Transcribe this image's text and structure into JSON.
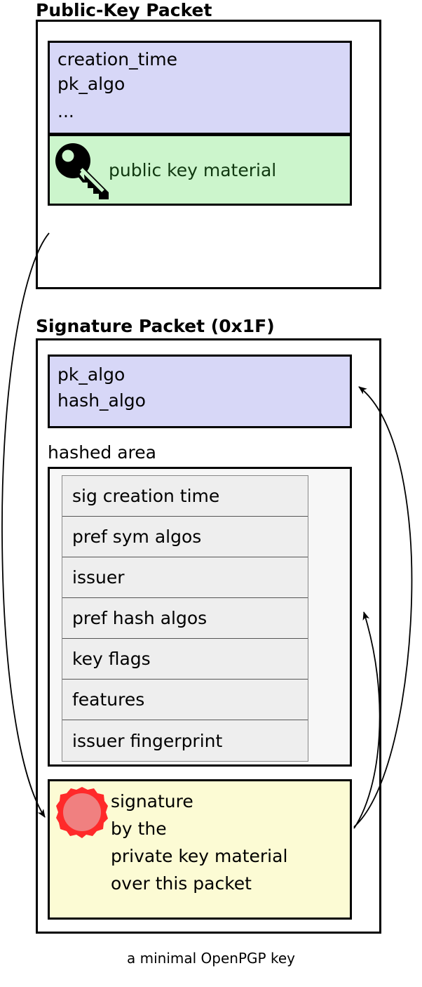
{
  "diagram": {
    "caption": "a minimal OpenPGP key",
    "colors": {
      "lavender_field": "#d7d7f7",
      "green_field": "#ccf5cc",
      "yellow_field": "#fcfbd4",
      "grey_area": "#f7f7f7",
      "subitem_row": "#eeeeee",
      "seal_outer": "#ff2a2a",
      "seal_inner": "#f08080",
      "key_icon": "#000000",
      "outline": "#000000"
    }
  },
  "public_key_packet": {
    "title": "Public-Key Packet",
    "header_field": {
      "lines": [
        "creation_time",
        "pk_algo",
        "..."
      ]
    },
    "key_material_field": {
      "icon": "key-icon",
      "label": "public key material"
    }
  },
  "signature_packet": {
    "title": "Signature Packet (0x1F)",
    "algo_field": {
      "lines": [
        "pk_algo",
        "hash_algo"
      ]
    },
    "hashed_area": {
      "label": "hashed area",
      "subpackets": [
        "sig creation time",
        "pref sym algos",
        "issuer",
        "pref hash algos",
        "key flags",
        "features",
        "issuer fingerprint"
      ]
    },
    "signature_field": {
      "icon": "wax-seal-icon",
      "lines": [
        "signature",
        "by the",
        "private key material",
        "over this packet"
      ]
    }
  },
  "arrows": [
    {
      "name": "public-key-to-signature-arrow",
      "from": "public-key-packet",
      "to": "signature-field"
    },
    {
      "name": "signature-to-algo-field-arrow",
      "from": "signature-field",
      "to": "signature-algo-field"
    },
    {
      "name": "signature-to-hashed-area-arrow",
      "from": "signature-field",
      "to": "hashed-area"
    }
  ]
}
